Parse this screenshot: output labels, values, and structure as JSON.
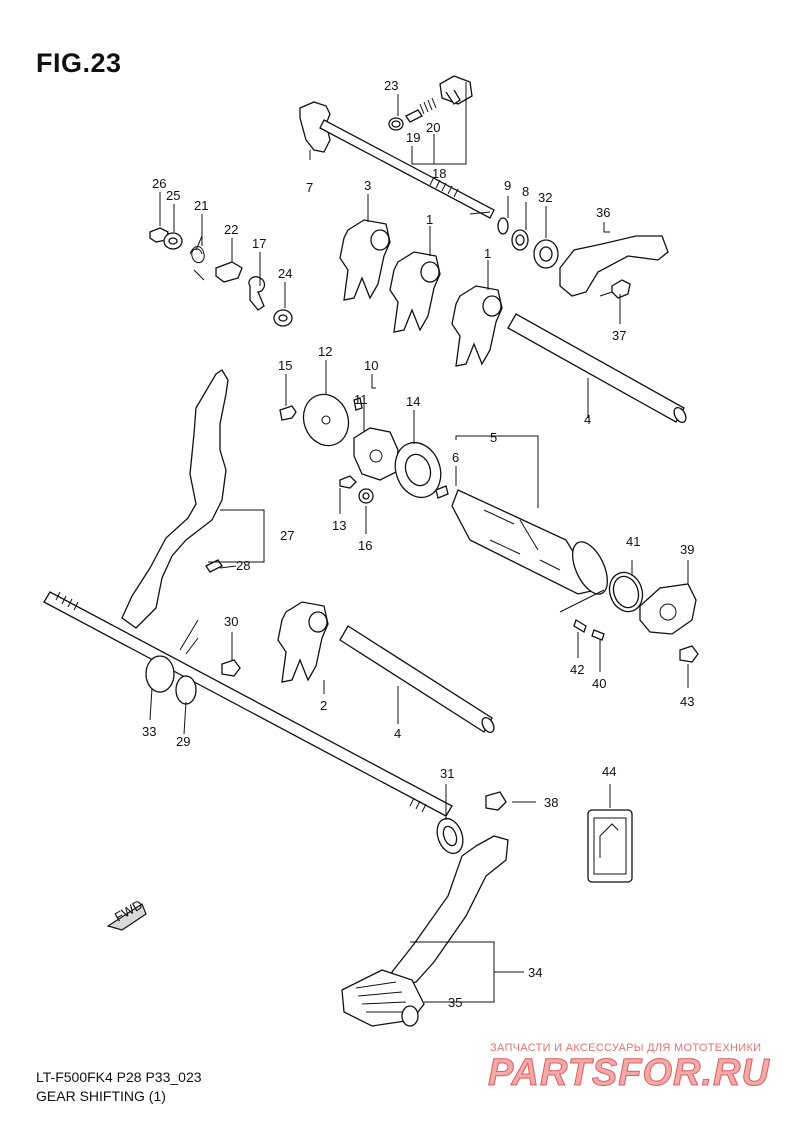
{
  "figure": {
    "title": "FIG.23",
    "model_code": "LT-F500FK4 P28 P33_023",
    "name": "GEAR SHIFTING (1)"
  },
  "callouts": [
    "1",
    "1",
    "2",
    "3",
    "4",
    "4",
    "5",
    "6",
    "7",
    "8",
    "9",
    "10",
    "11",
    "12",
    "13",
    "14",
    "15",
    "16",
    "17",
    "18",
    "19",
    "20",
    "21",
    "22",
    "23",
    "24",
    "25",
    "26",
    "27",
    "28",
    "29",
    "30",
    "31",
    "32",
    "33",
    "34",
    "35",
    "36",
    "37",
    "38",
    "39",
    "40",
    "41",
    "42",
    "43",
    "44"
  ],
  "direction_marker": "FWD",
  "watermark": {
    "caption": "ЗАПЧАСТИ И АКСЕССУАРЫ ДЛЯ МОТОТЕХНИКИ",
    "brand": "PARTSFOR.RU"
  },
  "colors": {
    "line": "#111111",
    "watermark_red": "#e05d5d",
    "watermark_fill": "#f2a9a9"
  }
}
